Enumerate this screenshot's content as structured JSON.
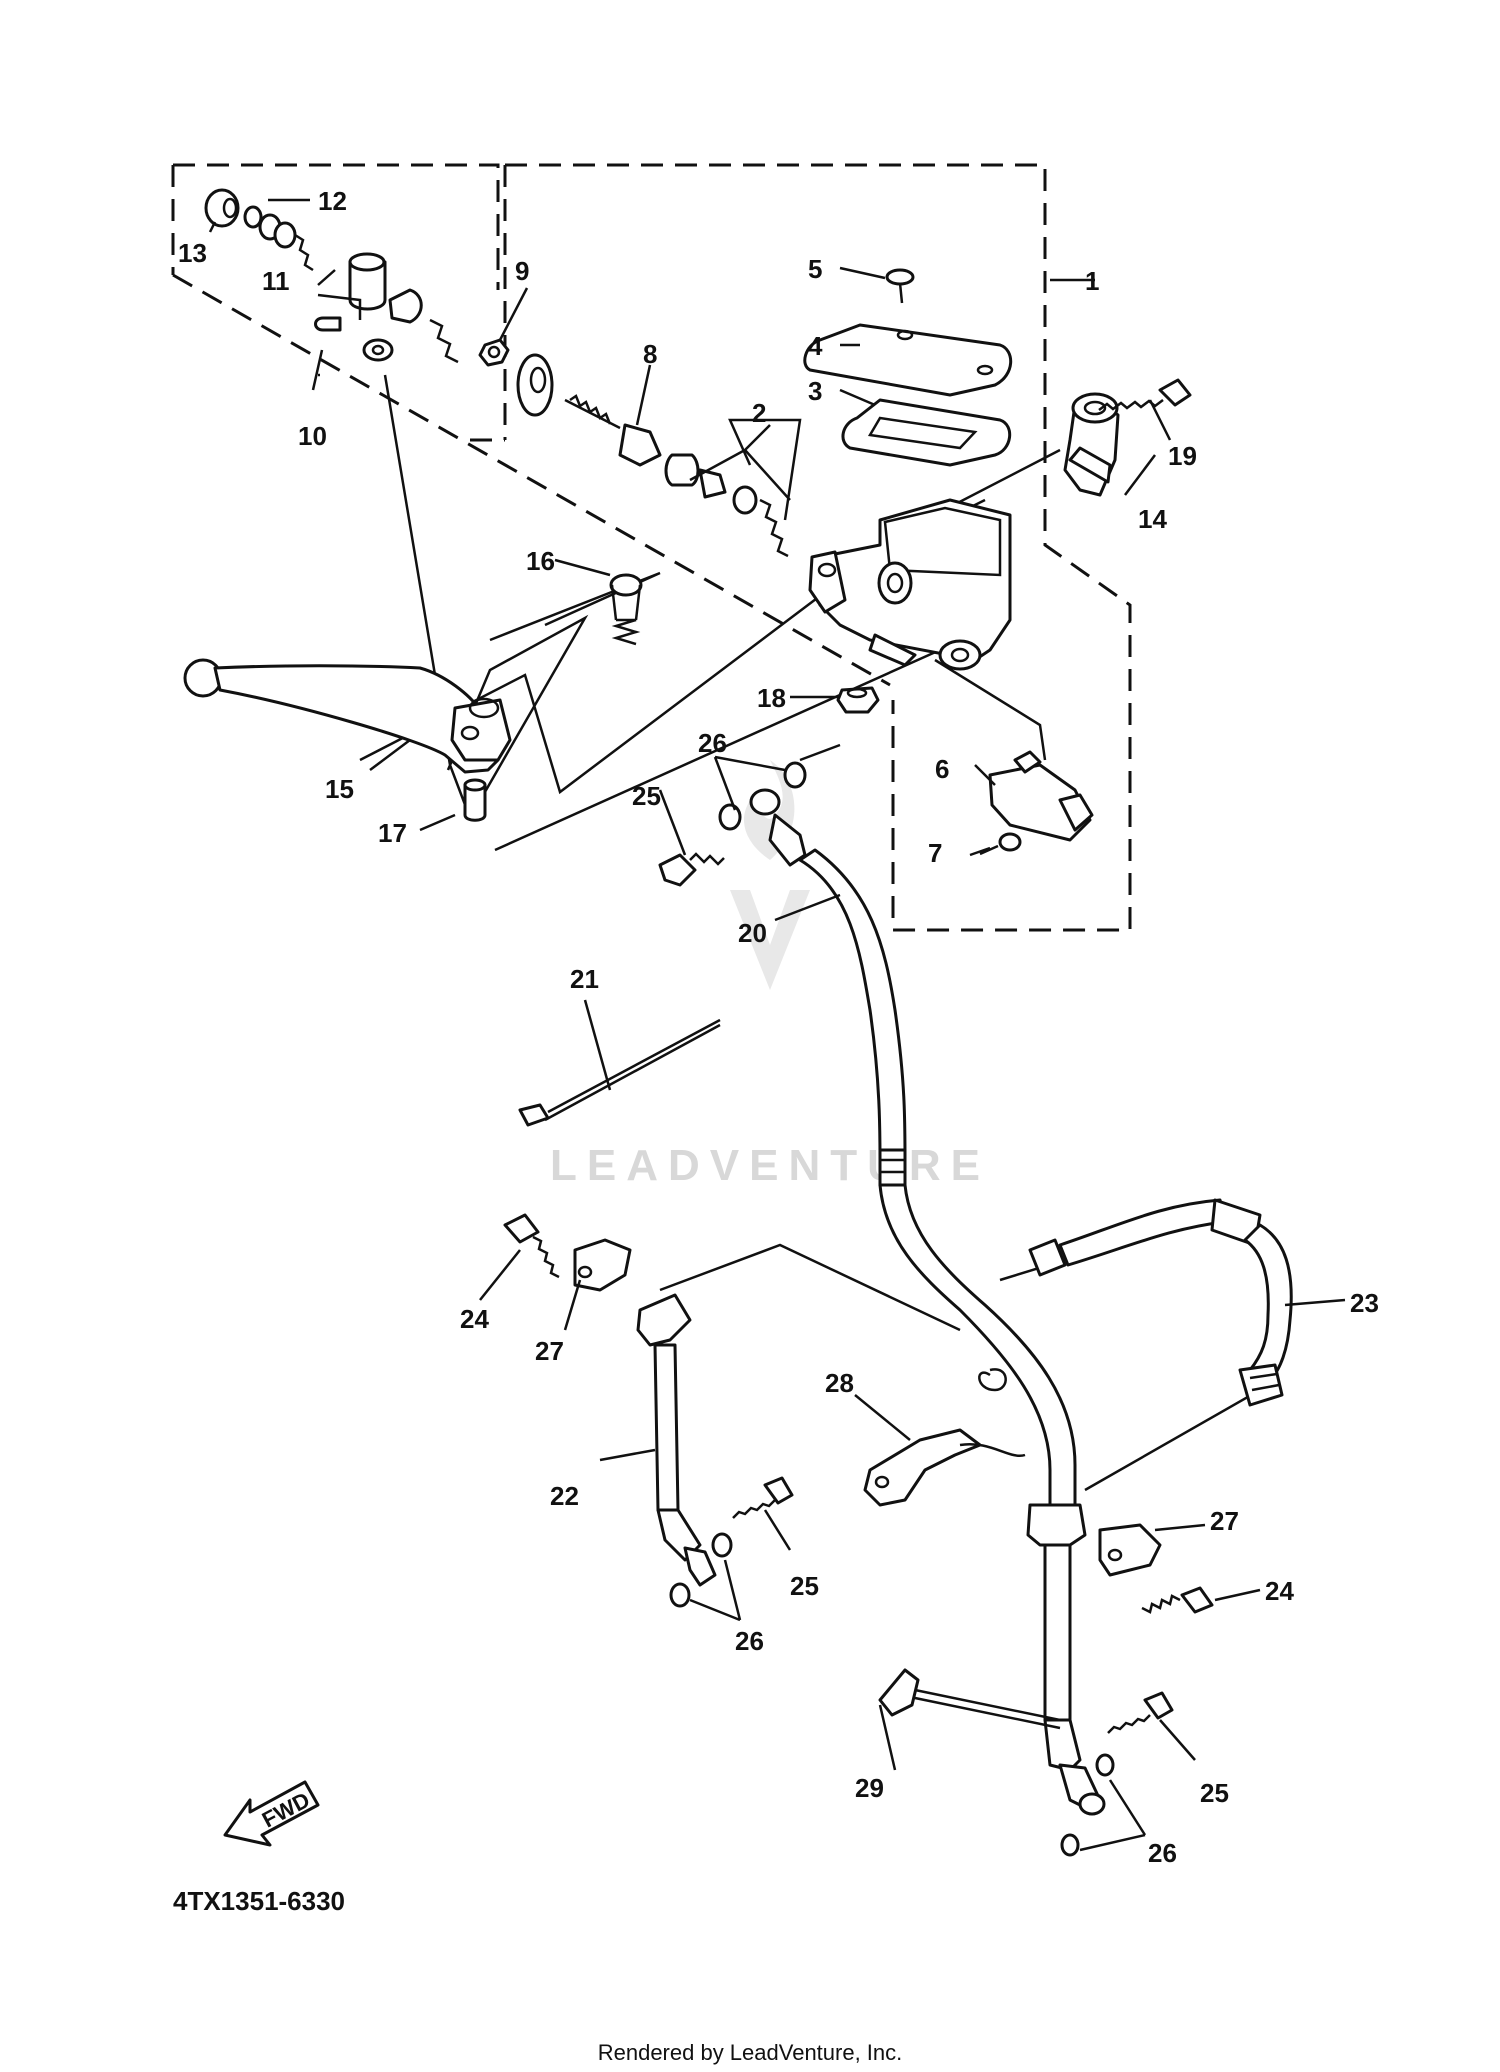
{
  "diagram": {
    "watermark": "LEADVENTURE",
    "fwd_label": "FWD",
    "diagram_code": "4TX1351-6330",
    "credit": "Rendered by LeadVenture, Inc."
  },
  "callouts": [
    "1",
    "2",
    "3",
    "4",
    "5",
    "6",
    "7",
    "8",
    "9",
    "10",
    "11",
    "12",
    "13",
    "14",
    "15",
    "16",
    "17",
    "18",
    "19",
    "20",
    "21",
    "22",
    "23",
    "24",
    "24",
    "25",
    "25",
    "25",
    "26",
    "26",
    "26",
    "27",
    "27",
    "28",
    "29"
  ]
}
